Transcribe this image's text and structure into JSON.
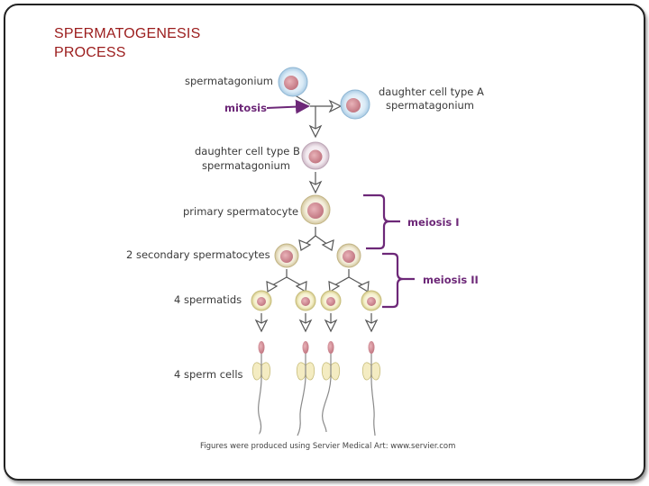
{
  "title": {
    "line1": "SPERMATOGENESIS",
    "line2": "PROCESS"
  },
  "labels": {
    "spermatogonium": "spermatagonium",
    "mitosis": "mitosis",
    "daughter_a_line1": "daughter cell type A",
    "daughter_a_line2": "spermatagonium",
    "daughter_b_line1": "daughter cell type B",
    "daughter_b_line2": "spermatagonium",
    "primary": "primary spermatocyte",
    "meiosis1": "meiosis I",
    "secondary": "2 secondary spermatocytes",
    "meiosis2": "meiosis II",
    "spermatids": "4 spermatids",
    "sperm_cells": "4 sperm cells"
  },
  "caption": "Figures were produced using Servier Medical Art: www.servier.com",
  "colors": {
    "title": "#9b1c1c",
    "meiosis_purple": "#6d2878",
    "spermatogonium_cell": "#cfe3f1",
    "daughter_b_cell": "#ece2ea",
    "spermatocyte_cell": "#efe6cf",
    "spermatid_cell": "#f2ecc0",
    "nucleus": "#d48c96"
  }
}
